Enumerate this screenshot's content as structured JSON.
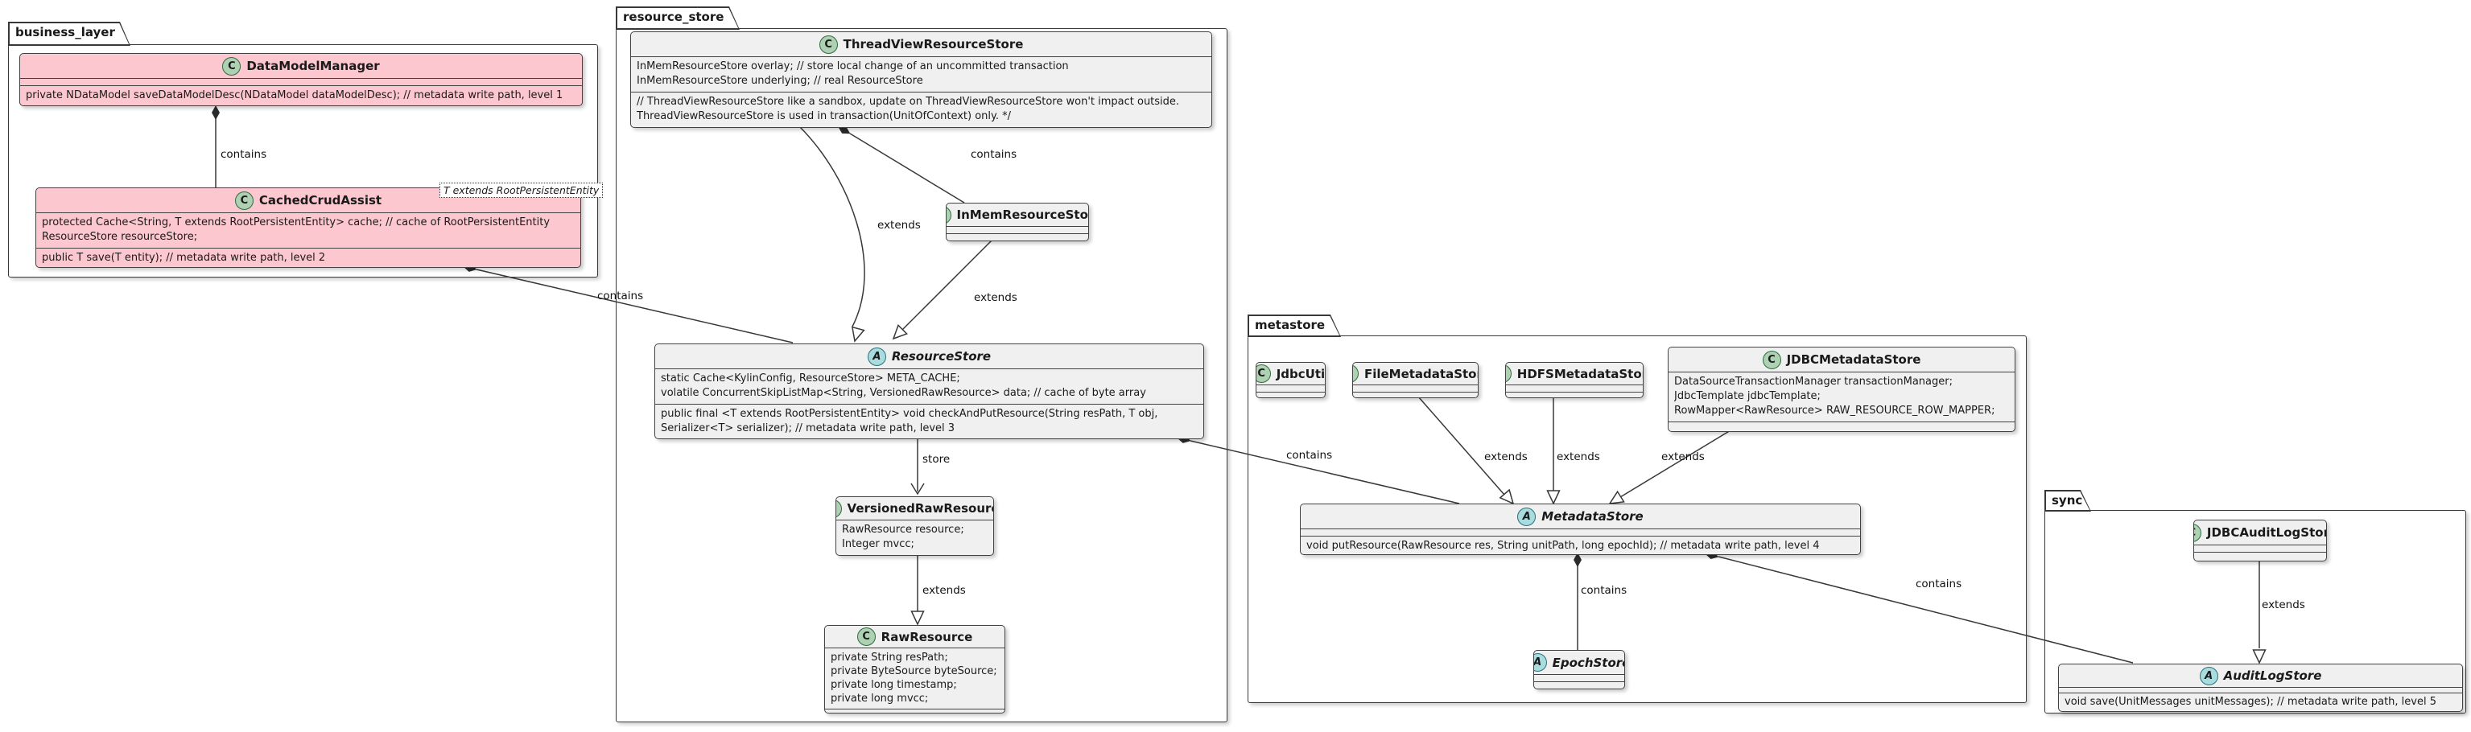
{
  "packages": {
    "business_layer": {
      "label": "business_layer"
    },
    "resource_store": {
      "label": "resource_store"
    },
    "metastore": {
      "label": "metastore"
    },
    "sync": {
      "label": "sync"
    }
  },
  "classes": {
    "DataModelManager": {
      "stereotype": "C",
      "name": "DataModelManager",
      "methods": [
        "private NDataModel saveDataModelDesc(NDataModel dataModelDesc); // metadata write path, level 1"
      ]
    },
    "CachedCrudAssist": {
      "stereotype": "C",
      "name": "CachedCrudAssist",
      "generic": "T extends RootPersistentEntity",
      "fields": [
        "protected Cache<String, T extends RootPersistentEntity> cache; // cache of RootPersistentEntity",
        "ResourceStore resourceStore;"
      ],
      "methods": [
        "public T save(T entity); // metadata write path, level 2"
      ]
    },
    "ThreadViewResourceStore": {
      "stereotype": "C",
      "name": "ThreadViewResourceStore",
      "fields": [
        "InMemResourceStore overlay; // store local change of an uncommitted transaction",
        "InMemResourceStore underlying; // real ResourceStore"
      ],
      "methods": [
        "// ThreadViewResourceStore like a sandbox, update on ThreadViewResourceStore won't impact outside.",
        "ThreadViewResourceStore is used in transaction(UnitOfContext) only. */"
      ]
    },
    "InMemResourceStore": {
      "stereotype": "C",
      "name": "InMemResourceStore"
    },
    "ResourceStore": {
      "stereotype": "A",
      "name": "ResourceStore",
      "fields": [
        "static Cache<KylinConfig, ResourceStore> META_CACHE;",
        "volatile ConcurrentSkipListMap<String, VersionedRawResource> data; // cache of byte array"
      ],
      "methods": [
        "public final <T extends RootPersistentEntity> void checkAndPutResource(String resPath, T obj,",
        "Serializer<T> serializer); // metadata write path, level 3"
      ]
    },
    "VersionedRawResource": {
      "stereotype": "C",
      "name": "VersionedRawResource",
      "fields": [
        "RawResource resource;",
        "Integer mvcc;"
      ]
    },
    "RawResource": {
      "stereotype": "C",
      "name": "RawResource",
      "fields": [
        "private String resPath;",
        "private ByteSource byteSource;",
        "private long timestamp;",
        "private long mvcc;"
      ]
    },
    "JdbcUtil": {
      "stereotype": "C",
      "name": "JdbcUtil"
    },
    "FileMetadataStore": {
      "stereotype": "C",
      "name": "FileMetadataStore"
    },
    "HDFSMetadataStore": {
      "stereotype": "C",
      "name": "HDFSMetadataStore"
    },
    "JDBCMetadataStore": {
      "stereotype": "C",
      "name": "JDBCMetadataStore",
      "fields": [
        "DataSourceTransactionManager transactionManager;",
        "JdbcTemplate jdbcTemplate;",
        "RowMapper<RawResource> RAW_RESOURCE_ROW_MAPPER;"
      ]
    },
    "MetadataStore": {
      "stereotype": "A",
      "name": "MetadataStore",
      "methods": [
        "void putResource(RawResource res, String unitPath, long epochId);  // metadata write path, level 4"
      ]
    },
    "EpochStore": {
      "stereotype": "A",
      "name": "EpochStore"
    },
    "JDBCAuditLogStore": {
      "stereotype": "C",
      "name": "JDBCAuditLogStore"
    },
    "AuditLogStore": {
      "stereotype": "A",
      "name": "AuditLogStore",
      "methods": [
        "void save(UnitMessages unitMessages); // metadata write path, level 5"
      ]
    }
  },
  "edges": [
    {
      "from": "DataModelManager",
      "to": "CachedCrudAssist",
      "type": "composition",
      "label": "contains"
    },
    {
      "from": "CachedCrudAssist",
      "to": "ResourceStore",
      "type": "composition",
      "label": "contains"
    },
    {
      "from": "ThreadViewResourceStore",
      "to": "InMemResourceStore",
      "type": "composition",
      "label": "contains"
    },
    {
      "from": "ThreadViewResourceStore",
      "to": "ResourceStore",
      "type": "generalization",
      "label": "extends"
    },
    {
      "from": "InMemResourceStore",
      "to": "ResourceStore",
      "type": "generalization",
      "label": "extends"
    },
    {
      "from": "ResourceStore",
      "to": "VersionedRawResource",
      "type": "directed",
      "label": "store"
    },
    {
      "from": "VersionedRawResource",
      "to": "RawResource",
      "type": "generalization",
      "label": "extends"
    },
    {
      "from": "ResourceStore",
      "to": "MetadataStore",
      "type": "composition",
      "label": "contains"
    },
    {
      "from": "FileMetadataStore",
      "to": "MetadataStore",
      "type": "generalization",
      "label": "extends"
    },
    {
      "from": "HDFSMetadataStore",
      "to": "MetadataStore",
      "type": "generalization",
      "label": "extends"
    },
    {
      "from": "JDBCMetadataStore",
      "to": "MetadataStore",
      "type": "generalization",
      "label": "extends"
    },
    {
      "from": "MetadataStore",
      "to": "EpochStore",
      "type": "composition",
      "label": "contains"
    },
    {
      "from": "MetadataStore",
      "to": "AuditLogStore",
      "type": "composition",
      "label": "contains"
    },
    {
      "from": "JDBCAuditLogStore",
      "to": "AuditLogStore",
      "type": "generalization",
      "label": "extends"
    }
  ],
  "colors": {
    "class_fill": "#f0f0f0",
    "business_class_fill": "#fcc7ce",
    "border": "#424242",
    "class_circle": "#add1b2",
    "abstract_circle": "#a9dcdf"
  }
}
